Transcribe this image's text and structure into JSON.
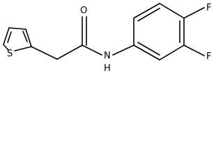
{
  "molecule": {
    "atoms": {
      "sulfur": "S",
      "oxygen": "O",
      "amide_nitrogen": "N",
      "amide_hydrogen": "H",
      "fluorine_top": "F",
      "fluorine_bottom": "F"
    }
  }
}
